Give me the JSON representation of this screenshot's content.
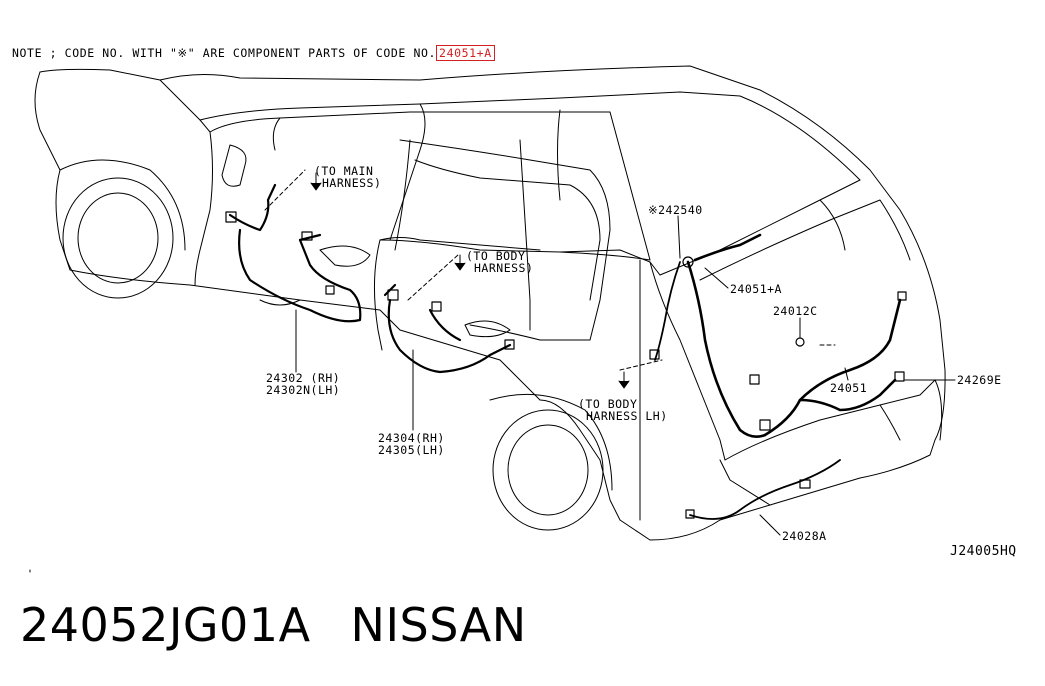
{
  "note": {
    "text": "NOTE ; CODE NO. WITH \"※\" ARE COMPONENT PARTS OF CODE NO.",
    "highlight_code": "24051+A"
  },
  "labels": {
    "to_main_harness_1": "(TO MAIN",
    "to_main_harness_2": "HARNESS)",
    "to_body_harness_1": "(TO BODY",
    "to_body_harness_2": "HARNESS)",
    "to_body_harness_lh_1": "(TO BODY",
    "to_body_harness_lh_2": "HARNESS LH)",
    "p242540": "※242540",
    "p24051a": "24051+A",
    "p24012c": "24012C",
    "p24051": "24051",
    "p24269e": "24269E",
    "p24302_rh": "24302  (RH)",
    "p24302n_lh": "24302N(LH)",
    "p24304_rh": "24304(RH)",
    "p24305_lh": "24305(LH)",
    "p24028a": "24028A",
    "diagram_id": "J24005HQ"
  },
  "footer": {
    "part_number": "24052JG01A",
    "brand": "NISSAN"
  },
  "colors": {
    "line": "#000000",
    "highlight": "#d42020",
    "background": "#ffffff"
  }
}
